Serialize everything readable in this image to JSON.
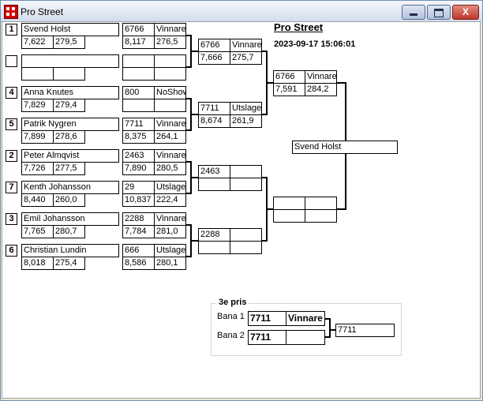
{
  "window": {
    "title": "Pro Street",
    "minimize": "_",
    "maximize": "□",
    "close": "X"
  },
  "header": {
    "title": "Pro Street",
    "datetime": "2023-09-17 15:06:01"
  },
  "round1": [
    {
      "seed": "1",
      "name": "Svend Holst",
      "rt": "7,622",
      "speed": "279,5",
      "opp_id": "6766",
      "result": "Vinnare",
      "opp_rt": "8,117",
      "opp_speed": "276,5"
    },
    {
      "seed": "",
      "name": "",
      "rt": "",
      "speed": "",
      "opp_id": "",
      "result": "",
      "opp_rt": "",
      "opp_speed": ""
    },
    {
      "seed": "4",
      "name": "Anna Knutes",
      "rt": "7,829",
      "speed": "279,4",
      "opp_id": "800",
      "result": "NoShow",
      "opp_rt": "",
      "opp_speed": ""
    },
    {
      "seed": "5",
      "name": "Patrik Nygren",
      "rt": "7,899",
      "speed": "278,6",
      "opp_id": "7711",
      "result": "Vinnare",
      "opp_rt": "8,375",
      "opp_speed": "264,1"
    },
    {
      "seed": "2",
      "name": "Peter Almqvist",
      "rt": "7,726",
      "speed": "277,5",
      "opp_id": "2463",
      "result": "Vinnare",
      "opp_rt": "7,890",
      "opp_speed": "280,5"
    },
    {
      "seed": "7",
      "name": "Kenth Johansson",
      "rt": "8,440",
      "speed": "260,0",
      "opp_id": "29",
      "result": "Utslagen",
      "opp_rt": "10,837",
      "opp_speed": "222,4"
    },
    {
      "seed": "3",
      "name": "Emil Johansson",
      "rt": "7,765",
      "speed": "280,7",
      "opp_id": "2288",
      "result": "Vinnare",
      "opp_rt": "7,784",
      "opp_speed": "281,0"
    },
    {
      "seed": "6",
      "name": "Christian Lundin",
      "rt": "8,018",
      "speed": "275,4",
      "opp_id": "666",
      "result": "Utslagen",
      "opp_rt": "8,586",
      "opp_speed": "280,1"
    }
  ],
  "round2": [
    {
      "id": "6766",
      "result": "Vinnare",
      "rt": "7,666",
      "speed": "275,7"
    },
    {
      "id": "7711",
      "result": "Utslagen",
      "rt": "8,674",
      "speed": "261,9"
    },
    {
      "id": "2463",
      "result": "",
      "rt": "",
      "speed": ""
    },
    {
      "id": "2288",
      "result": "",
      "rt": "",
      "speed": ""
    }
  ],
  "round3": [
    {
      "id": "6766",
      "result": "Vinnare",
      "rt": "7,591",
      "speed": "284,2"
    },
    {
      "id": "",
      "result": "",
      "rt": "",
      "speed": ""
    }
  ],
  "final": {
    "winner": "Svend Holst"
  },
  "third_place": {
    "title": "3e pris",
    "lane1_label": "Bana 1",
    "lane1_id": "7711",
    "lane1_result": "Vinnare",
    "lane2_label": "Bana 2",
    "lane2_id": "7711",
    "lane2_result": "",
    "winner_id": "7711"
  }
}
